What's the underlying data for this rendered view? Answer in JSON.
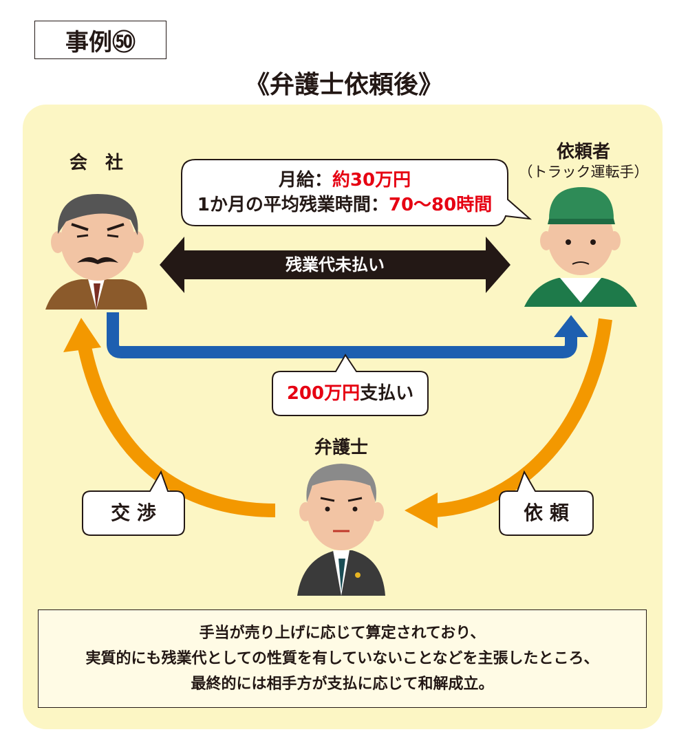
{
  "case_label": "事例㊿",
  "title": "《弁護士依頼後》",
  "company": {
    "label": "会　社"
  },
  "client": {
    "label": "依頼者",
    "sublabel": "（トラック運転手）"
  },
  "lawyer": {
    "label": "弁護士"
  },
  "salary_bubble": {
    "line1_prefix": "月給：",
    "line1_value": "約30万円",
    "line2_prefix": "1か月の平均残業時間：",
    "line2_value": "70〜80時間"
  },
  "unpaid_arrow_label": "残業代未払い",
  "payment_bubble": {
    "value": "200万円",
    "suffix": "支払い"
  },
  "negotiation_bubble": "交 渉",
  "request_bubble": "依 頼",
  "note": {
    "line1": "手当が売り上げに応じて算定されており、",
    "line2": "実質的にも残業代としての性質を有していないことなどを主張したところ、",
    "line3": "最終的には相手方が支払に応じて和解成立。"
  },
  "colors": {
    "panel": "#fcf6c4",
    "orange_arrow": "#f39800",
    "blue_arrow": "#1d5fb0",
    "black_arrow": "#231815",
    "highlight": "#e60012"
  }
}
